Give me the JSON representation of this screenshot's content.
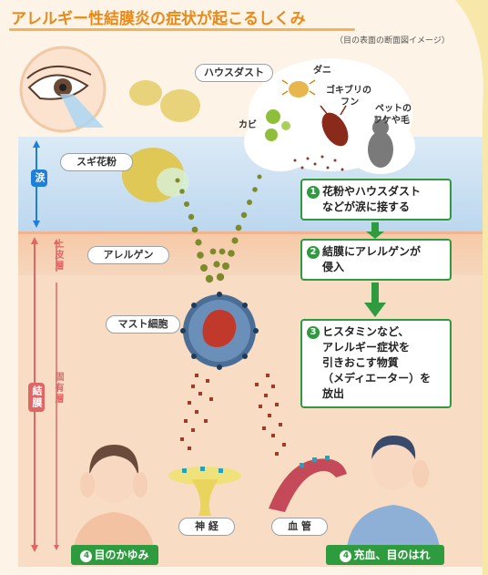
{
  "title": "アレルギー性結膜炎の症状が起こるしくみ",
  "subtitle": "（目の表面の断面図イメージ）",
  "labels": {
    "house_dust": "ハウスダスト",
    "dani": "ダニ",
    "gokiburi": "ゴキブリの",
    "fun": "フン",
    "pet": "ペットの",
    "pet_hair": "フケや毛",
    "kabi": "カビ",
    "sugi": "スギ花粉",
    "allergen": "アレルゲン",
    "mast_cell": "マスト細胞",
    "nerve": "神 経",
    "vessel": "血 管"
  },
  "layers": {
    "tear": "涙",
    "epithelium": "上皮層",
    "conjunctiva": "結膜",
    "lamina": "固有層"
  },
  "steps": [
    {
      "num": "1",
      "line1": "花粉やハウスダスト",
      "line2": "などが涙に接する"
    },
    {
      "num": "2",
      "line1": "結膜にアレルゲンが",
      "line2": "侵入"
    },
    {
      "num": "3",
      "line1": "ヒスタミンなど、",
      "line2": "アレルギー症状を",
      "line3": "引きおこす物質",
      "line4": "（メディエーター）を",
      "line5": "放出"
    }
  ],
  "symptoms": [
    {
      "num": "4",
      "text": "目のかゆみ"
    },
    {
      "num": "4",
      "text": "充血、目のはれ"
    }
  ],
  "colors": {
    "accent": "#e88a1a",
    "green": "#2e9b3e",
    "tear_blue": "#cfe3f3",
    "red": "#c0392b"
  }
}
